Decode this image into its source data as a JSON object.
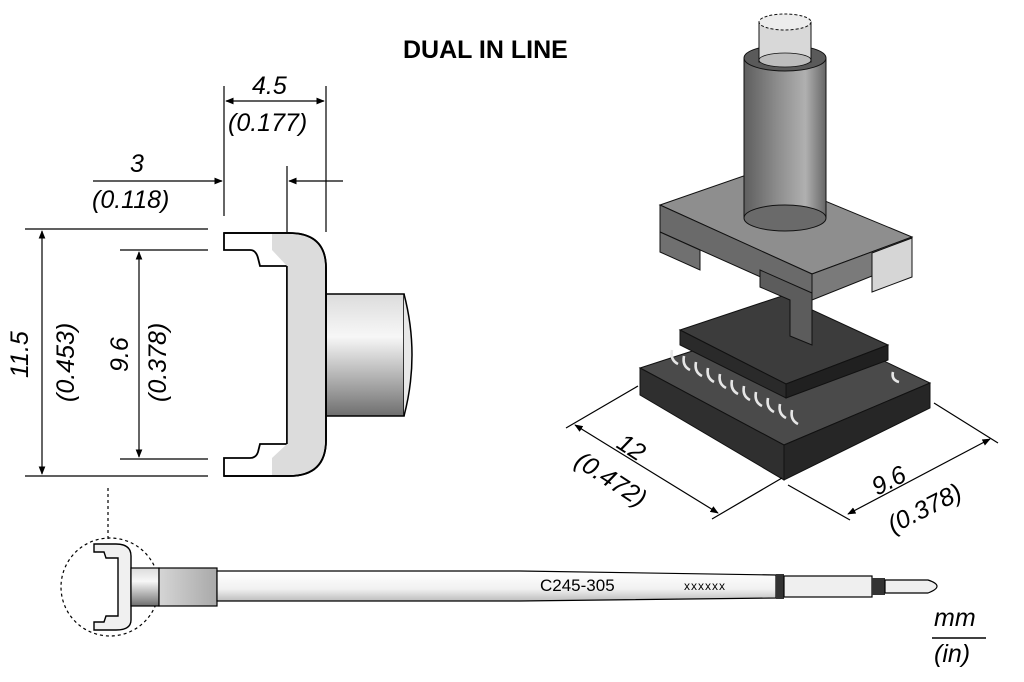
{
  "title": "DUAL IN LINE",
  "model_code": "C245-305",
  "serial_mark": "xxxxxx",
  "units": {
    "primary": "mm",
    "secondary": "(in)"
  },
  "dimensions": {
    "tip_width": {
      "mm": "4.5",
      "in": "(0.177)"
    },
    "slot_width": {
      "mm": "3",
      "in": "(0.118)"
    },
    "outer_length": {
      "mm": "11.5",
      "in": "(0.453)"
    },
    "inner_length": {
      "mm": "9.6",
      "in": "(0.378)"
    },
    "package_length": {
      "mm": "12",
      "in": "(0.472)"
    },
    "package_width": {
      "mm": "9.6",
      "in": "(0.378)"
    }
  },
  "colors": {
    "line": "#000000",
    "metal_light": "#e6e6e6",
    "metal_dark": "#777777",
    "chip": "#3c3c3c"
  }
}
